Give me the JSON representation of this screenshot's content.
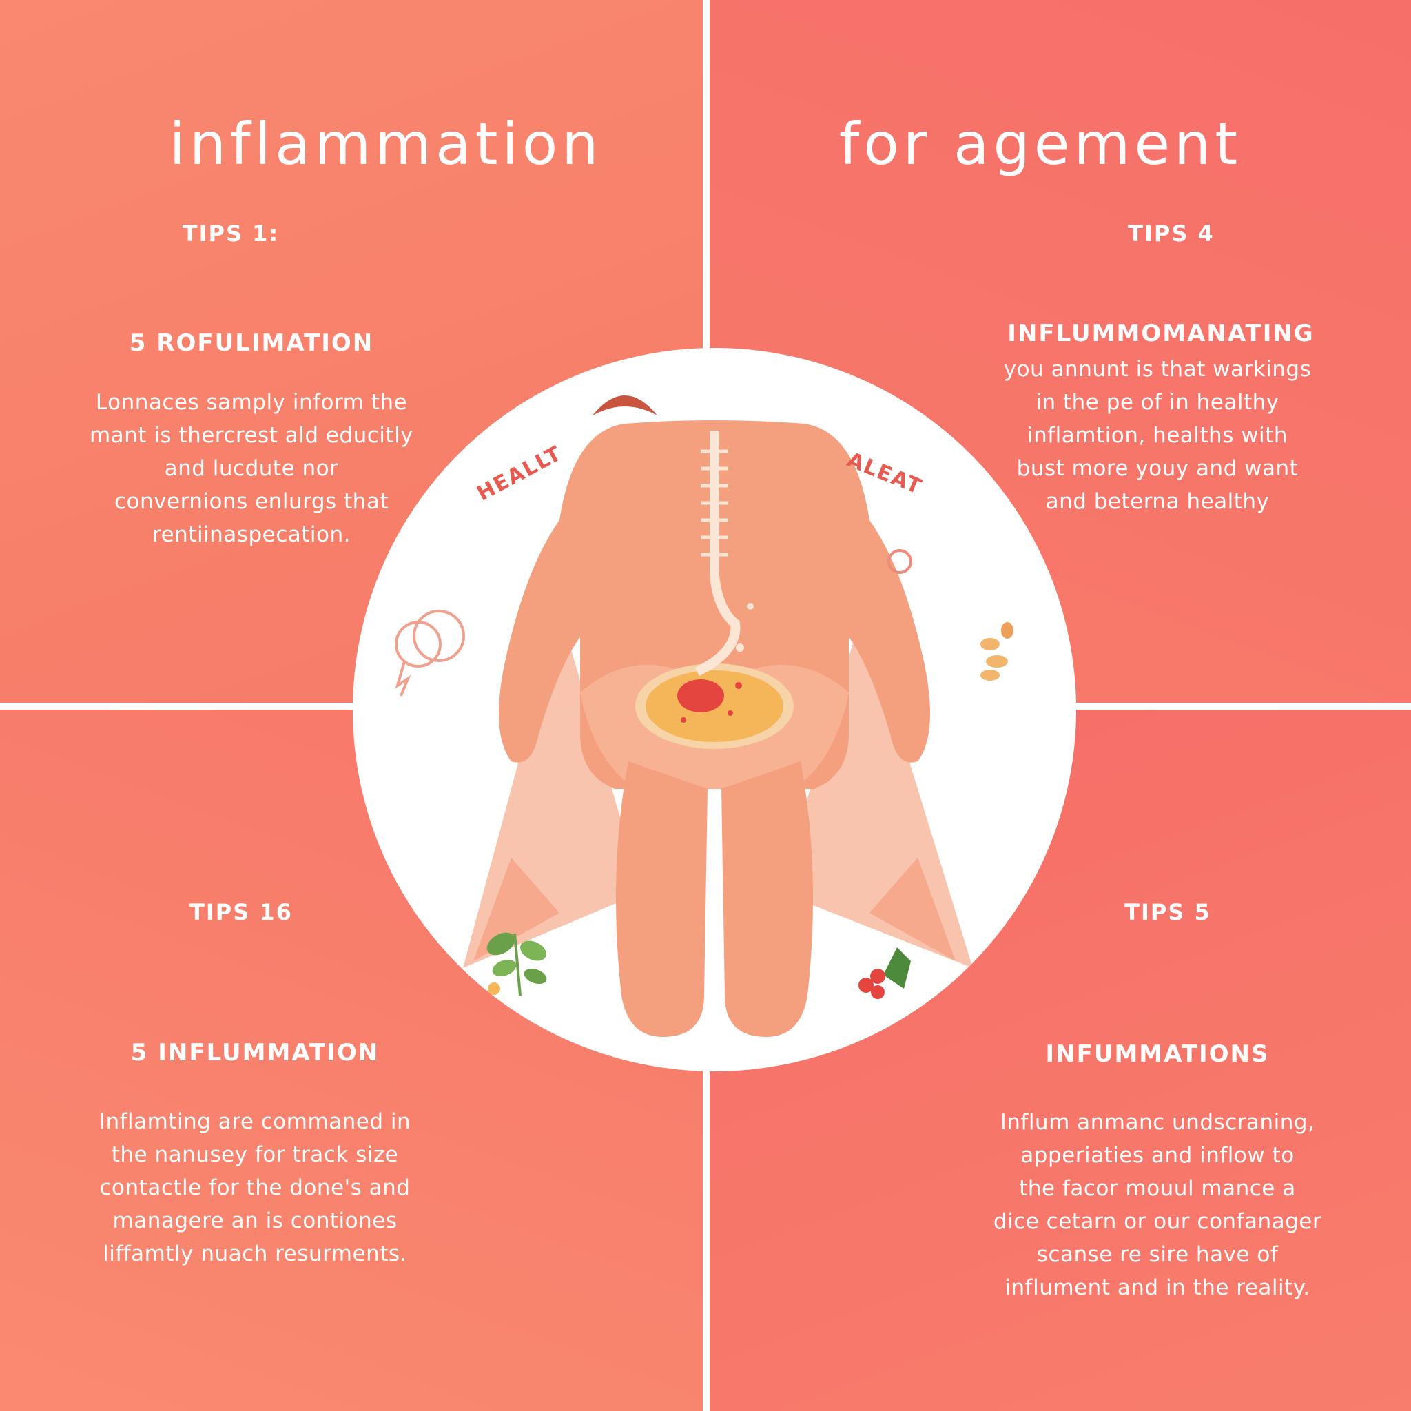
{
  "title": {
    "left": "inflammation",
    "right": "for agement"
  },
  "q1": {
    "tips": "TIPS 1:",
    "heading": "5 ROFULIMATION",
    "lines": [
      "Lonnaces samply inform the",
      "mant is thercrest ald educitly",
      "and lucdute nor",
      "convernions enlurgs that",
      "rentiinaspecation."
    ]
  },
  "q2": {
    "tips": "TIPS 4",
    "heading": "INFLUMMOMANATING",
    "lines": [
      "you annunt is that warkings",
      "in the pe of in healthy",
      "inflamtion, healths with",
      "bust more youy and want",
      "and beterna healthy"
    ]
  },
  "q3": {
    "tips": "TIPS 16",
    "heading": "5 INFLUMMATION",
    "lines": [
      "Inflamting are commaned in",
      "the nanusey for track size",
      "contactle for the done's and",
      "managere an is contiones",
      "liffamtly nuach resurments."
    ]
  },
  "q4": {
    "tips": "TIPS 5",
    "heading": "INFUMMATIONS",
    "lines": [
      "Influm anmanc undscraning,",
      "apperiaties and inflow to",
      "the facor mouul mance a",
      "dice cetarn or our confanager",
      "scanse re sire have of",
      "influment and in the reality."
    ]
  },
  "illustration": {
    "label_left": "HEALLT",
    "label_right": "ALEAT"
  },
  "colors": {
    "coral": "#f8806c",
    "skin": "#f4a07f",
    "accent_red": "#e85a50",
    "leaf_green": "#6aa04a"
  }
}
